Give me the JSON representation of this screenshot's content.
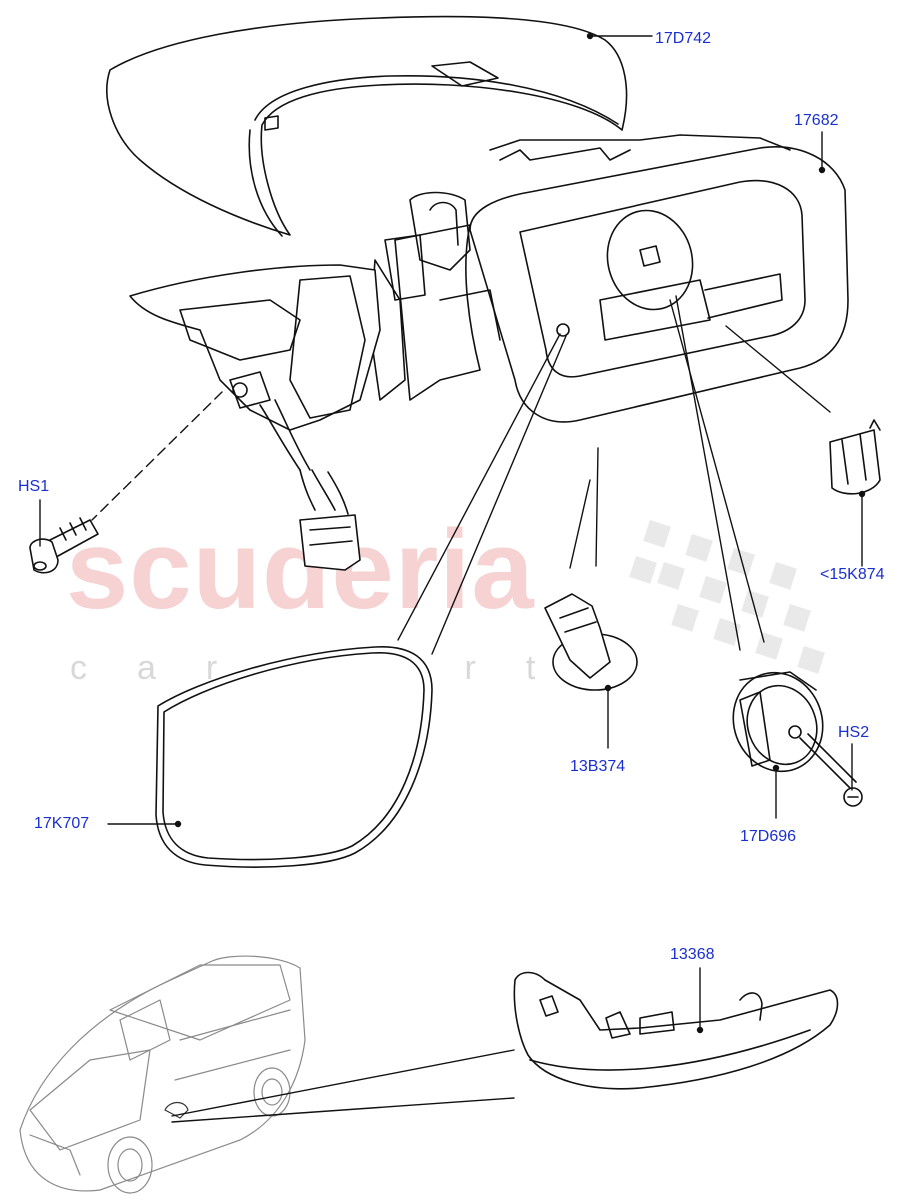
{
  "watermark": {
    "brand": "scuderia",
    "tagline": "car parts"
  },
  "colors": {
    "callout_text": "#1a2fd0",
    "line_art": "#111111",
    "watermark_red": "#f4c4c4",
    "watermark_grey": "#d8d8d8"
  },
  "callouts": [
    {
      "id": "17D742",
      "label": "17D742"
    },
    {
      "id": "17682",
      "label": "17682"
    },
    {
      "id": "HS1",
      "label": "HS1"
    },
    {
      "id": "15K874",
      "label": "<15K874"
    },
    {
      "id": "13B374",
      "label": "13B374"
    },
    {
      "id": "HS2",
      "label": "HS2"
    },
    {
      "id": "17K707",
      "label": "17K707"
    },
    {
      "id": "17D696",
      "label": "17D696"
    },
    {
      "id": "13368",
      "label": "13368"
    }
  ]
}
